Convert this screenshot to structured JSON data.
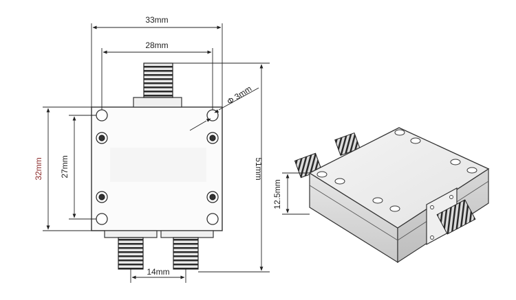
{
  "dimensions": {
    "width_outer": "33mm",
    "width_holes": "28mm",
    "hole_diameter": "Φ 3mm",
    "height_outer": "32mm",
    "height_holes": "27mm",
    "total_height": "51mm",
    "port_spacing": "14mm",
    "body_thickness": "12.5mm"
  }
}
